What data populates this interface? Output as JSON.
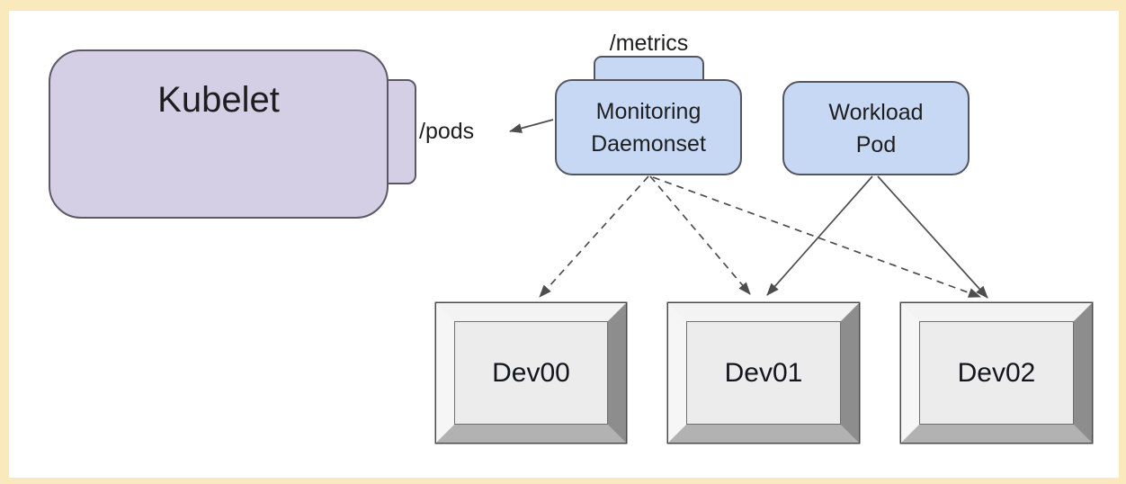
{
  "page": {
    "frame_color": "#fae9bc",
    "canvas_color": "#ffffff"
  },
  "diagram": {
    "kubelet": {
      "label": "Kubelet",
      "endpoint": "/pods",
      "fill": "#d5cfe6"
    },
    "monitoring_daemonset": {
      "lines": [
        "Monitoring",
        "Daemonset"
      ],
      "endpoint": "/metrics",
      "fill": "#c7d8f5"
    },
    "workload_pod": {
      "lines": [
        "Workload",
        "Pod"
      ],
      "fill": "#c7d8f5"
    },
    "devices": [
      {
        "label": "Dev00"
      },
      {
        "label": "Dev01"
      },
      {
        "label": "Dev02"
      }
    ],
    "edges": [
      {
        "from": "Monitoring Daemonset",
        "to": "Kubelet /pods",
        "style": "solid"
      },
      {
        "from": "Monitoring Daemonset",
        "to": "Dev00",
        "style": "dashed"
      },
      {
        "from": "Monitoring Daemonset",
        "to": "Dev01",
        "style": "dashed"
      },
      {
        "from": "Monitoring Daemonset",
        "to": "Dev02",
        "style": "dashed"
      },
      {
        "from": "Workload Pod",
        "to": "Dev01",
        "style": "solid"
      },
      {
        "from": "Workload Pod",
        "to": "Dev02",
        "style": "solid"
      }
    ],
    "colors": {
      "arrow": "#4d4d4d",
      "node_stroke": "#53565e",
      "text": "#1e1e1e"
    }
  }
}
